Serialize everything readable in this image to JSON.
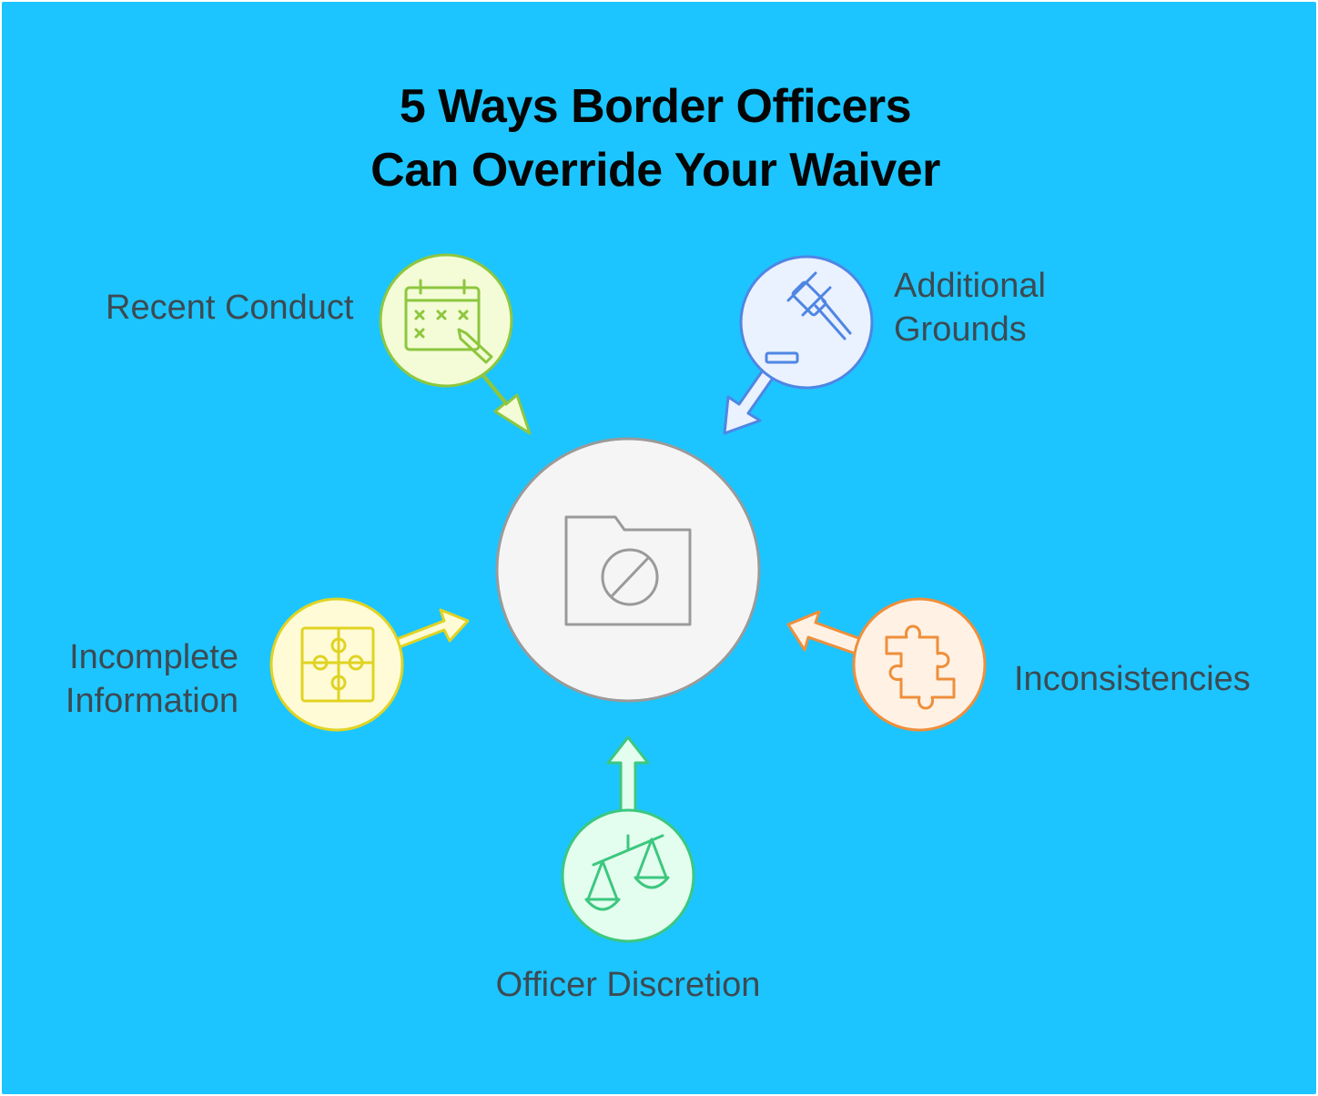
{
  "title": {
    "line1": "5 Ways Border Officers",
    "line2": "Can Override Your Waiver"
  },
  "center": {
    "icon": "folder-blocked-icon",
    "fill": "#f5f5f5",
    "stroke": "#9a9a9a"
  },
  "items": [
    {
      "id": "recent-conduct",
      "line1": "Recent Conduct",
      "line2": "",
      "icon": "calendar-pencil-icon",
      "fill": "#f3fcd6",
      "stroke": "#8ec63f"
    },
    {
      "id": "additional-grounds",
      "line1": "Additional",
      "line2": "Grounds",
      "icon": "gavel-icon",
      "fill": "#eaf1ff",
      "stroke": "#4f86e3"
    },
    {
      "id": "incomplete-information",
      "line1": "Incomplete",
      "line2": "Information",
      "icon": "puzzle-pieces-icon",
      "fill": "#fffbd6",
      "stroke": "#e0d323"
    },
    {
      "id": "inconsistencies",
      "line1": "Inconsistencies",
      "line2": "",
      "icon": "puzzle-piece-icon",
      "fill": "#fff1e4",
      "stroke": "#ee8f3b"
    },
    {
      "id": "officer-discretion",
      "line1": "Officer Discretion",
      "line2": "",
      "icon": "scales-icon",
      "fill": "#e3fdee",
      "stroke": "#3cc77f"
    }
  ]
}
